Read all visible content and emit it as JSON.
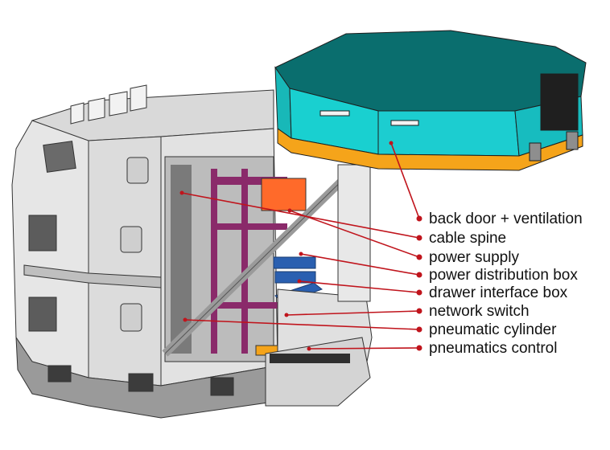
{
  "colors": {
    "leader_line": "#c0141c",
    "door_top": "#0a6e6e",
    "door_side": "#19d0d0",
    "door_band": "#f5a41a",
    "rack_purple": "#8a2a6a",
    "rack_blue": "#2a5fb0",
    "rack_orange": "#ff6a2a",
    "panel_light": "#e6e6e6",
    "panel_mid": "#cfcfcf",
    "panel_dark": "#8e8e8e"
  },
  "callouts": [
    {
      "id": "back-door-ventilation",
      "label": "back door + ventilation"
    },
    {
      "id": "cable-spine",
      "label": "cable spine"
    },
    {
      "id": "power-supply",
      "label": "power supply"
    },
    {
      "id": "power-distribution-box",
      "label": "power distribution box"
    },
    {
      "id": "drawer-interface-box",
      "label": "drawer interface box"
    },
    {
      "id": "network-switch",
      "label": "network switch"
    },
    {
      "id": "pneumatic-cylinder",
      "label": "pneumatic cylinder"
    },
    {
      "id": "pneumatics-control",
      "label": "pneumatics control"
    }
  ]
}
